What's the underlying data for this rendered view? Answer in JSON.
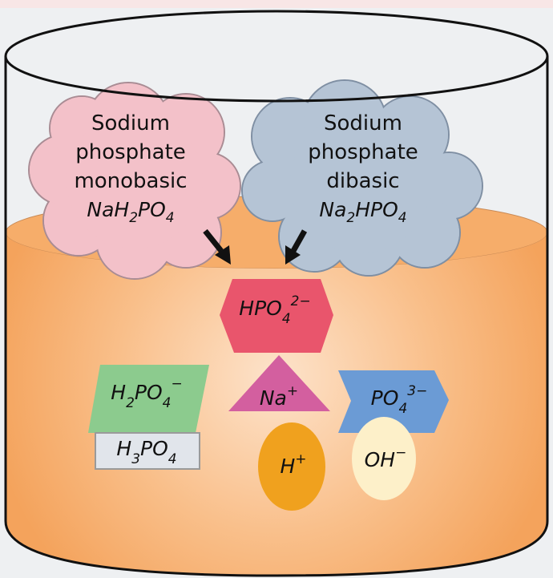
{
  "clouds": {
    "monobasic": {
      "line1": "Sodium",
      "line2": "phosphate",
      "line3": "monobasic",
      "formula": [
        "NaH",
        "2",
        "PO",
        "4"
      ],
      "color": "#f3c1c9"
    },
    "dibasic": {
      "line1": "Sodium",
      "line2": "phosphate",
      "line3": "dibasic",
      "formula": [
        "Na",
        "2",
        "HPO",
        "4"
      ],
      "color": "#b5c4d5"
    }
  },
  "species": {
    "hpo4": {
      "base": "HPO",
      "sub": "4",
      "sup": "2−",
      "shape": "hexagon",
      "color": "#e9556c"
    },
    "h2po4": {
      "a": "H",
      "sub1": "2",
      "b": "PO",
      "sub2": "4",
      "sup": "−",
      "shape": "parallelogram",
      "color": "#8ccb8e"
    },
    "na": {
      "base": "Na",
      "sup": "+",
      "shape": "triangle",
      "color": "#d35f9f"
    },
    "po4": {
      "base": "PO",
      "sub": "4",
      "sup": "3−",
      "shape": "chevron",
      "color": "#6b9bd5"
    },
    "h3po4": {
      "a": "H",
      "sub1": "3",
      "b": "PO",
      "sub2": "4",
      "shape": "rectangle",
      "color": "#e1e5eb"
    },
    "h": {
      "base": "H",
      "sup": "+",
      "shape": "circle",
      "color": "#f0a11e"
    },
    "oh": {
      "base": "OH",
      "sup": "−",
      "shape": "circle",
      "color": "#fdf0c9"
    }
  },
  "liquid_color": "#f5a862"
}
